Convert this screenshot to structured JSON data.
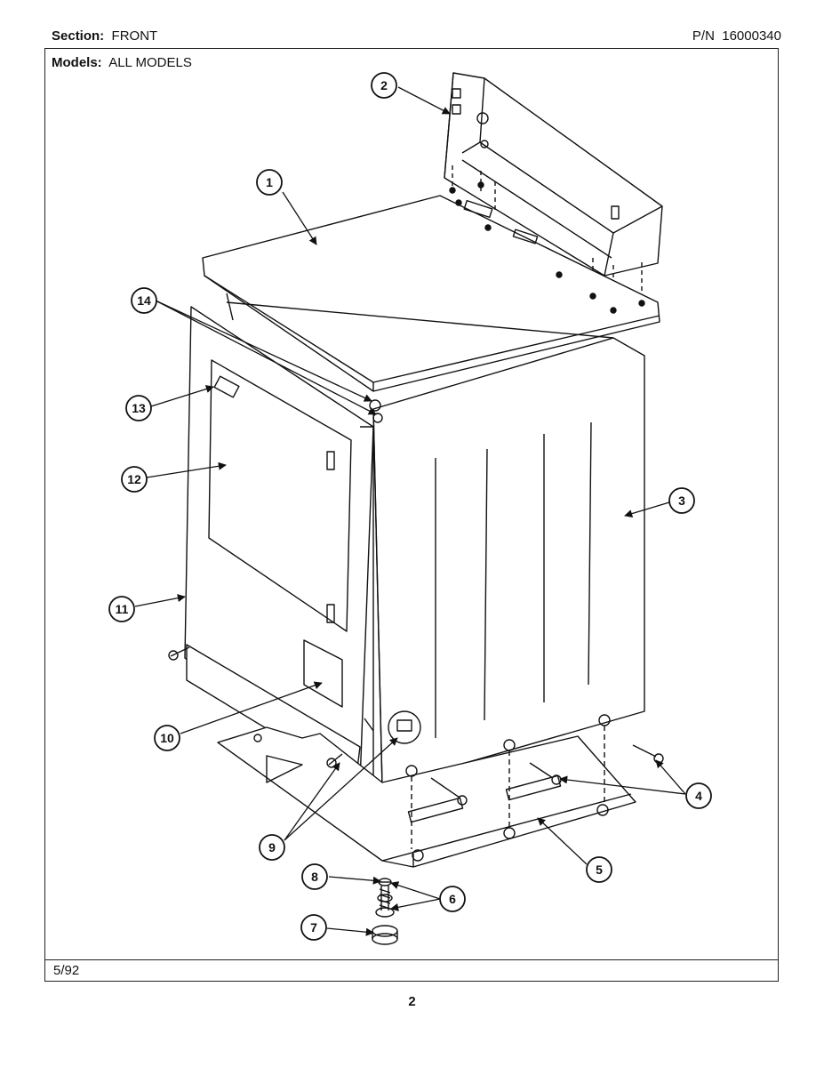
{
  "header": {
    "section_label": "Section:",
    "section_value": "FRONT",
    "pn_label": "P/N",
    "pn_value": "16000340",
    "models_label": "Models:",
    "models_value": "ALL MODELS"
  },
  "footer": {
    "date": "5/92",
    "page_number": "2"
  },
  "callouts": [
    {
      "id": "1"
    },
    {
      "id": "2"
    },
    {
      "id": "3"
    },
    {
      "id": "4"
    },
    {
      "id": "5"
    },
    {
      "id": "6"
    },
    {
      "id": "7"
    },
    {
      "id": "8"
    },
    {
      "id": "9"
    },
    {
      "id": "10"
    },
    {
      "id": "11"
    },
    {
      "id": "12"
    },
    {
      "id": "13"
    },
    {
      "id": "14"
    }
  ]
}
